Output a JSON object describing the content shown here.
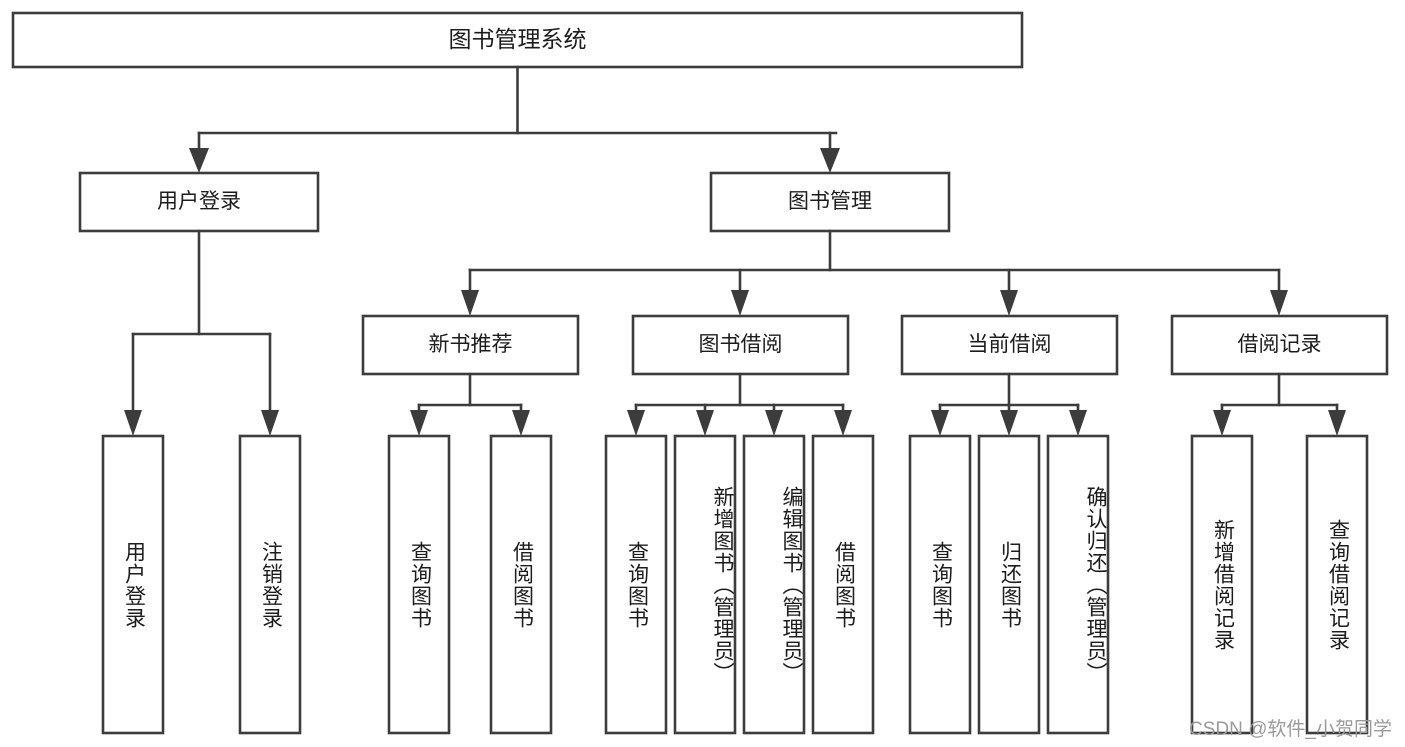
{
  "diagram": {
    "type": "tree-hierarchy-chart",
    "title": "图书管理系统",
    "watermark": "CSDN @软件_小贺同学",
    "colors": {
      "box_fill": "#ffffff",
      "box_stroke": "#3c3c3c",
      "text": "#1c1c1c",
      "background": "#ffffff",
      "watermark": "#9a9a9a"
    },
    "levels": {
      "root": {
        "label": "图书管理系统"
      },
      "level2": [
        {
          "label": "用户登录"
        },
        {
          "label": "图书管理"
        }
      ],
      "level3": [
        {
          "label": "新书推荐"
        },
        {
          "label": "图书借阅"
        },
        {
          "label": "当前借阅"
        },
        {
          "label": "借阅记录"
        }
      ],
      "leaves": {
        "user_login": [
          {
            "label": "用户登录"
          },
          {
            "label": "注销登录"
          }
        ],
        "new_book_recommend": [
          {
            "label": "查询图书"
          },
          {
            "label": "借阅图书"
          }
        ],
        "book_borrow": [
          {
            "label": "查询图书"
          },
          {
            "label": "新增图书（管理员）"
          },
          {
            "label": "编辑图书（管理员）"
          },
          {
            "label": "借阅图书"
          }
        ],
        "current_borrow": [
          {
            "label": "查询图书"
          },
          {
            "label": "归还图书"
          },
          {
            "label": "确认归还（管理员）"
          }
        ],
        "borrow_record": [
          {
            "label": "新增借阅记录"
          },
          {
            "label": "查询借阅记录"
          }
        ]
      }
    }
  }
}
